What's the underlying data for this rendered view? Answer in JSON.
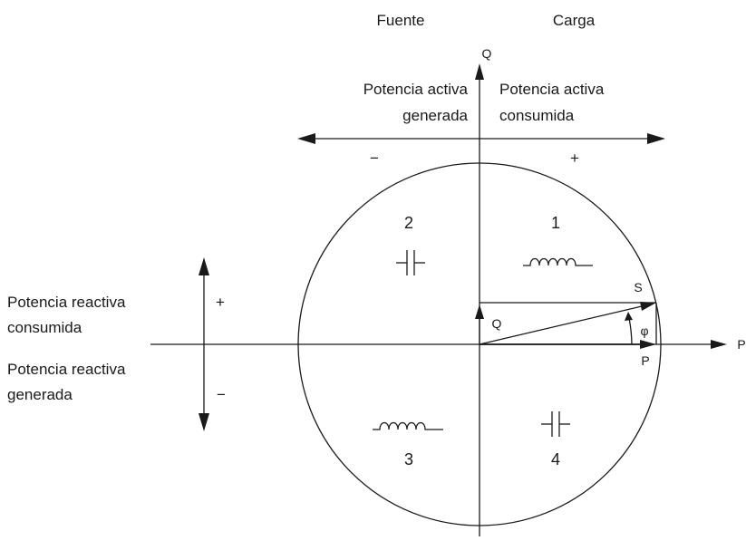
{
  "labels": {
    "fuente": "Fuente",
    "carga": "Carga",
    "q_axis": "Q",
    "p_axis": "P",
    "active_generated_1": "Potencia activa",
    "active_generated_2": "generada",
    "active_consumed_1": "Potencia activa",
    "active_consumed_2": "consumida",
    "minus_top": "−",
    "plus_top": "+",
    "reactive_consumed_1": "Potencia reactiva",
    "reactive_consumed_2": "consumida",
    "reactive_generated_1": "Potencia reactiva",
    "reactive_generated_2": "generada",
    "plus_left": "+",
    "minus_left": "−",
    "quadrant_1": "1",
    "quadrant_2": "2",
    "quadrant_3": "3",
    "quadrant_4": "4",
    "vector_s": "S",
    "vector_q": "Q",
    "vector_p": "P",
    "angle_phi": "φ"
  }
}
